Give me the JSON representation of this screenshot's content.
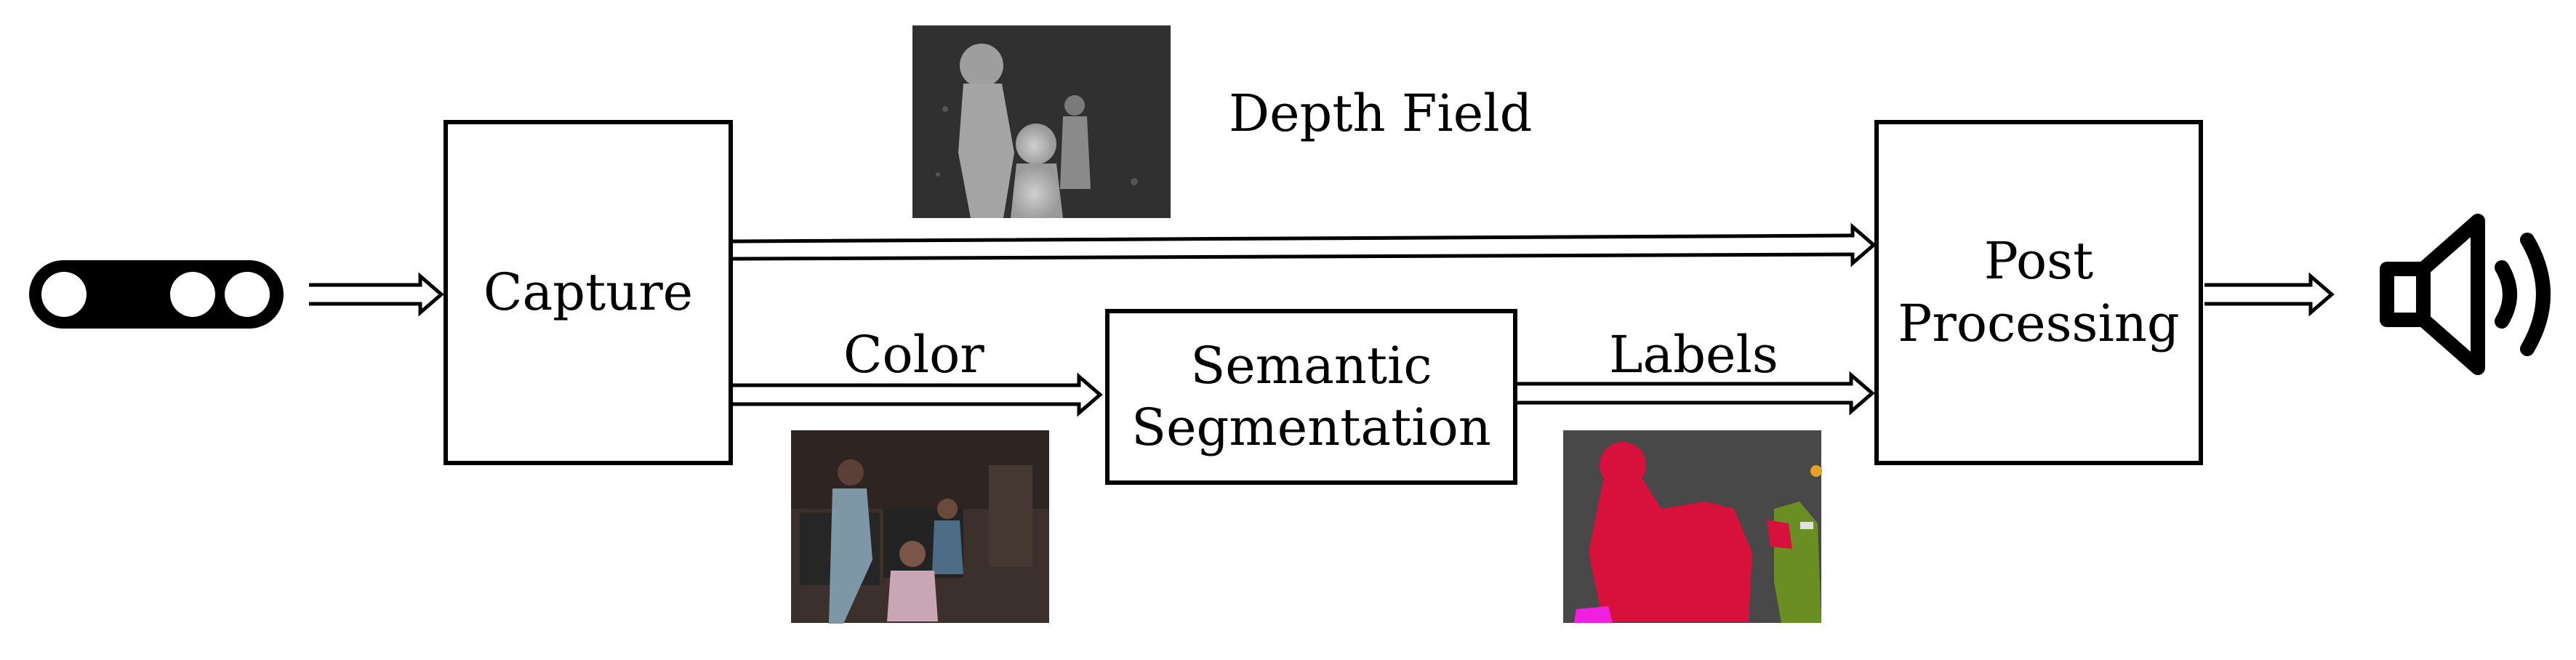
{
  "diagram": {
    "nodes": {
      "capture": {
        "label": "Capture"
      },
      "segmentation": {
        "line1": "Semantic",
        "line2": "Segmentation"
      },
      "post": {
        "line1": "Post",
        "line2": "Processing"
      }
    },
    "edges": {
      "depth": {
        "label": "Depth Field"
      },
      "color": {
        "label": "Color"
      },
      "labels": {
        "label": "Labels"
      }
    },
    "icons": {
      "input": "depth-camera-icon",
      "output": "speaker-icon"
    },
    "colors": {
      "stroke": "#000000",
      "label_person": "#d8103c",
      "label_plant": "#6b8e23",
      "label_background": "#484848",
      "label_other": "#f020e0"
    }
  }
}
